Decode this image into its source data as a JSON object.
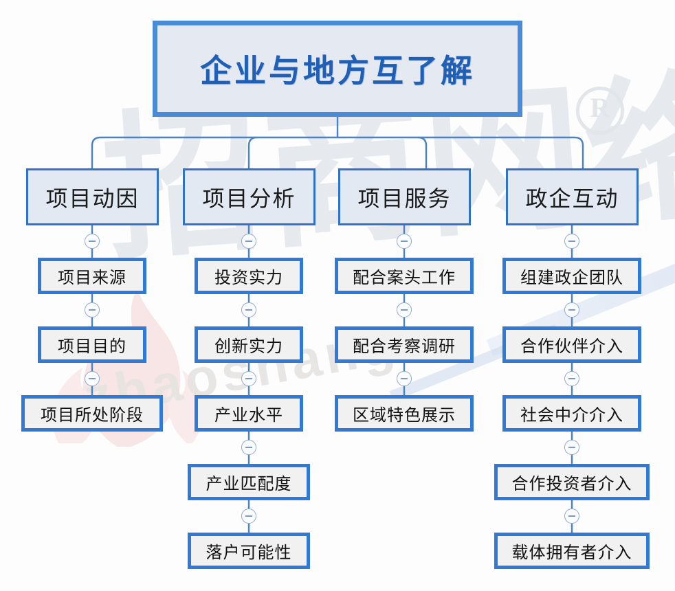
{
  "diagram": {
    "title": "企业与地方互了解",
    "watermark": {
      "brand_cn": "招商网络",
      "brand_latin": "zhaoshang",
      "registered_mark": "R"
    },
    "collapse_icon": "minus-circle-icon",
    "colors": {
      "root_border": "#4a8bd8",
      "root_fill": "#e4e9f2",
      "root_text": "#1f5fb5",
      "branch_border": "#2f72cd",
      "branch_fill": "#e3e9f3",
      "leaf_border": "#2f7ad6",
      "leaf_fill": "#f1f1f1",
      "connector": "#4a82c8",
      "handle_border": "#8fa9cd"
    },
    "branches": [
      {
        "label": "项目动因",
        "children": [
          {
            "label": "项目来源"
          },
          {
            "label": "项目目的"
          },
          {
            "label": "项目所处阶段"
          }
        ]
      },
      {
        "label": "项目分析",
        "children": [
          {
            "label": "投资实力"
          },
          {
            "label": "创新实力"
          },
          {
            "label": "产业水平"
          },
          {
            "label": "产业匹配度"
          },
          {
            "label": "落户可能性"
          }
        ]
      },
      {
        "label": "项目服务",
        "children": [
          {
            "label": "配合案头工作"
          },
          {
            "label": "配合考察调研"
          },
          {
            "label": "区域特色展示"
          }
        ]
      },
      {
        "label": "政企互动",
        "children": [
          {
            "label": "组建政企团队"
          },
          {
            "label": "合作伙伴介入"
          },
          {
            "label": "社会中介介入"
          },
          {
            "label": "合作投资者介入"
          },
          {
            "label": "载体拥有者介入"
          }
        ]
      }
    ]
  }
}
